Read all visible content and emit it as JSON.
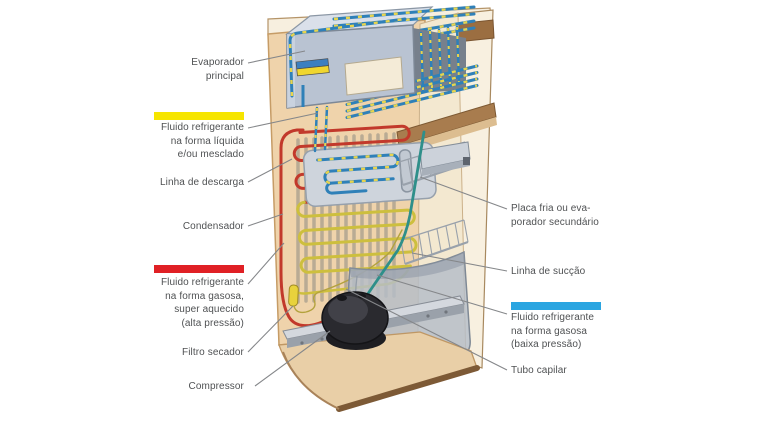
{
  "labels": {
    "evaporador_principal": "Evaporador\nprincipal",
    "fluido_liquido": "Fluido refrigerante\nna forma líquida\ne/ou mesclado",
    "linha_descarga": "Linha de descarga",
    "condensador": "Condensador",
    "fluido_gasoso_alta": "Fluido refrigerante\nna forma gasosa,\nsuper aquecido\n(alta pressão)",
    "filtro_secador": "Filtro secador",
    "compressor": "Compressor",
    "placa_fria": "Placa fria ou eva-\nporador secundário",
    "linha_succao": "Linha de sucção",
    "fluido_gasoso_baixa": "Fluido refrigerante\nna forma gasosa\n(baixa pressão)",
    "tubo_capilar": "Tubo capilar"
  },
  "legend_bars": {
    "yellow": "#f6e500",
    "red": "#e02025",
    "blue": "#2aa5e1"
  },
  "illustration": {
    "subject": "refrigerator-cutaway-refrigeration-cycle",
    "colors": {
      "cabinet_tan": "#efd3ab",
      "interior_cream": "#f3e8d0",
      "wood_brown": "#9b6e41",
      "evaporator_gray": "#b9c3d2",
      "coil_blue": "#2f80b8",
      "coil_yellow_dash": "#e8d44d",
      "condenser_red": "#c2392b",
      "condenser_yellow": "#cdbf3e",
      "suction_teal": "#2e8f8a",
      "compressor_black": "#2a2a2f",
      "label_text": "#4f5153"
    }
  }
}
